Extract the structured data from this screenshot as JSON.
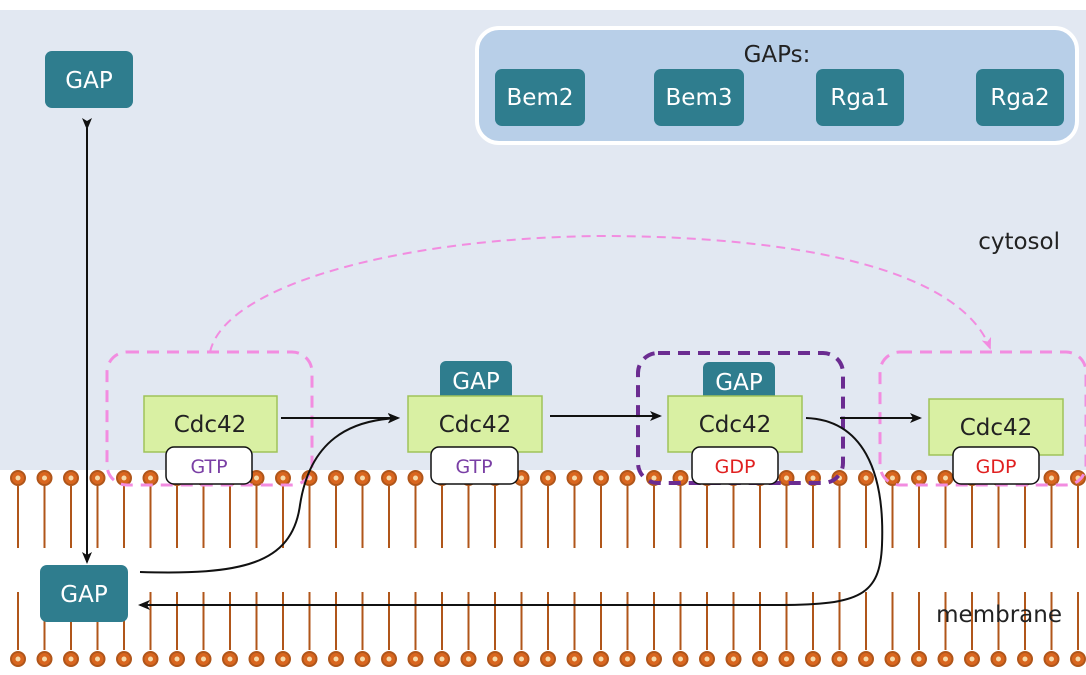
{
  "colors": {
    "cytosol_bg": "#e2e8f2",
    "gap_fill": "#2f7d8e",
    "cdc42_fill": "#d9f0a3",
    "gtp_text": "#7a3fa5",
    "gdp_text": "#e02020",
    "lipid_head": "#d9661f",
    "dashed_pink": "#f28ce0",
    "dashed_purple": "#6b2c91",
    "gaps_panel": "#b8cfe8"
  },
  "gaps_panel": {
    "title": "GAPs:",
    "items": [
      "Bem2",
      "Bem3",
      "Rga1",
      "Rga2"
    ]
  },
  "region_labels": {
    "cytosol": "cytosol",
    "membrane": "membrane"
  },
  "gap_label": "GAP",
  "states": [
    {
      "protein": "Cdc42",
      "nucleotide": "GTP",
      "bound_gap": ""
    },
    {
      "protein": "Cdc42",
      "nucleotide": "GTP",
      "bound_gap": "GAP"
    },
    {
      "protein": "Cdc42",
      "nucleotide": "GDP",
      "bound_gap": "GAP"
    },
    {
      "protein": "Cdc42",
      "nucleotide": "GDP",
      "bound_gap": ""
    }
  ]
}
